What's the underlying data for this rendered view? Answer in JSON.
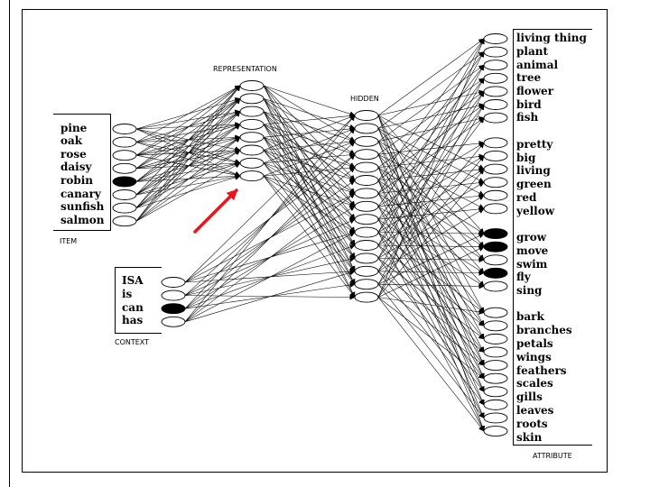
{
  "captions": {
    "representation": "REPRESENTATION",
    "hidden": "HIDDEN",
    "item": "ITEM",
    "context": "CONTEXT",
    "attribute": "ATTRIBUTE"
  },
  "items": [
    {
      "label": "pine",
      "active": false
    },
    {
      "label": "oak",
      "active": false
    },
    {
      "label": "rose",
      "active": false
    },
    {
      "label": "daisy",
      "active": false
    },
    {
      "label": "robin",
      "active": true
    },
    {
      "label": "canary",
      "active": false
    },
    {
      "label": "sunfish",
      "active": false
    },
    {
      "label": "salmon",
      "active": false
    }
  ],
  "contexts": [
    {
      "label": "ISA",
      "active": false
    },
    {
      "label": "is",
      "active": false
    },
    {
      "label": "can",
      "active": true
    },
    {
      "label": "has",
      "active": false
    }
  ],
  "attributes": [
    {
      "label": "living thing",
      "active": false
    },
    {
      "label": "plant",
      "active": false
    },
    {
      "label": "animal",
      "active": false
    },
    {
      "label": "tree",
      "active": false
    },
    {
      "label": "flower",
      "active": false
    },
    {
      "label": "bird",
      "active": false
    },
    {
      "label": "fish",
      "active": false
    },
    {
      "label": "pretty",
      "active": false
    },
    {
      "label": "big",
      "active": false
    },
    {
      "label": "living",
      "active": false
    },
    {
      "label": "green",
      "active": false
    },
    {
      "label": "red",
      "active": false
    },
    {
      "label": "yellow",
      "active": false
    },
    {
      "label": "grow",
      "active": true
    },
    {
      "label": "move",
      "active": true
    },
    {
      "label": "swim",
      "active": false
    },
    {
      "label": "fly",
      "active": true
    },
    {
      "label": "sing",
      "active": false
    },
    {
      "label": "bark",
      "active": false
    },
    {
      "label": "branches",
      "active": false
    },
    {
      "label": "petals",
      "active": false
    },
    {
      "label": "wings",
      "active": false
    },
    {
      "label": "feathers",
      "active": false
    },
    {
      "label": "scales",
      "active": false
    },
    {
      "label": "gills",
      "active": false
    },
    {
      "label": "leaves",
      "active": false
    },
    {
      "label": "roots",
      "active": false
    },
    {
      "label": "skin",
      "active": false
    }
  ],
  "representation_unit_count": 8,
  "hidden_unit_count": 15,
  "colors": {
    "active_unit": "#000000",
    "inactive_unit": "#ffffff",
    "connection": "#000000",
    "pointer_arrow": "#e8161b"
  }
}
